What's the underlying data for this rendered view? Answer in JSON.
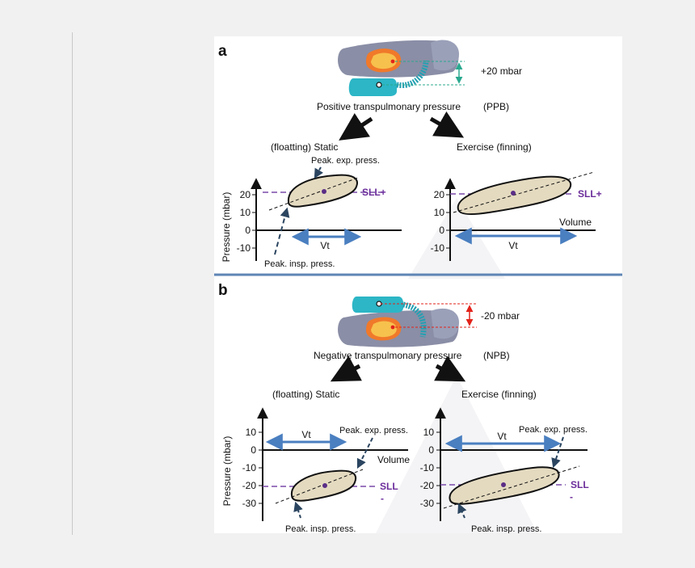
{
  "panels": [
    {
      "letter": "a",
      "pressure_change": "+20 mbar",
      "title": "Positive transpulmonary pressure",
      "abbr": "(PPB)",
      "left_caption": "(floatting) Static",
      "right_caption": "Exercise (finning)",
      "y_axis_label": "Pressure (mbar)",
      "y_ticks": [
        "20",
        "10",
        "0",
        "-10"
      ],
      "volume_label": "Volume",
      "vt_label": "Vt",
      "sll_label": "SLL+",
      "peak_exp": "Peak. exp. press.",
      "peak_insp": "Peak. insp. press."
    },
    {
      "letter": "b",
      "pressure_change": "-20 mbar",
      "title": "Negative transpulmonary pressure",
      "abbr": "(NPB)",
      "left_caption": "(floatting)  Static",
      "right_caption": "Exercise  (finning)",
      "y_axis_label": "Pressure (mbar)",
      "y_ticks": [
        "10",
        "0",
        "-10",
        "-20",
        "-30"
      ],
      "volume_label": "Volume",
      "vt_label": "Vt",
      "sll_label": "SLL",
      "sll_dash": "-",
      "peak_exp": "Peak. exp. press.",
      "peak_insp": "Peak. insp. press."
    }
  ],
  "colors": {
    "loop_fill": "#e4dac0",
    "sll_line": "#7a4aa8",
    "vt_arrow": "#4a7fc0",
    "dashed_arrow": "#2b4560",
    "divider": "#5f86b5",
    "diver_body": "#8a8ea6",
    "lung_fill": "#f7c14d",
    "regulator": "#2cb6c6",
    "bracket_a": "#2aa88f",
    "bracket_b": "#e2231a"
  }
}
